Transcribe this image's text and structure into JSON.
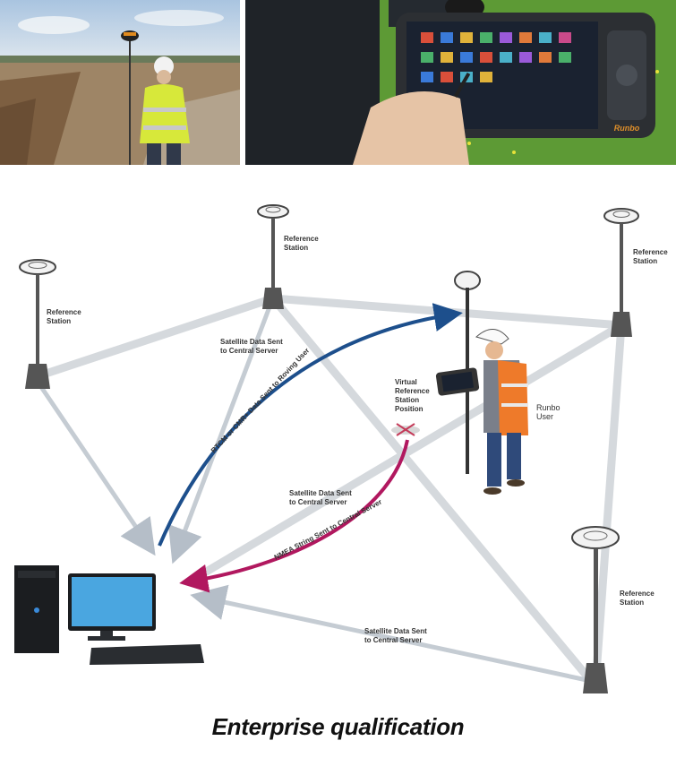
{
  "diagram": {
    "stations": [
      {
        "label": "Reference Station"
      },
      {
        "label": "Reference Station"
      },
      {
        "label": "Reference Station"
      },
      {
        "label": "Reference Station"
      }
    ],
    "flows": {
      "sat_top": "Satellite Data Sent to Central Server",
      "sat_mid": "Satellite Data Sent to Central Server",
      "sat_bottom": "Satellite Data Sent to Central Server",
      "rtcm": "RTCM or CMR+ Data Sent to Roving User",
      "nmea": "NMEA String Sent to Central Server"
    },
    "virtual_station": "Virtual Reference Station Position",
    "user": "Runbo User",
    "tablet_brand": "Runbo",
    "colors": {
      "rtcm_arrow": "#1d4f8c",
      "nmea_arrow": "#b1185f",
      "beam": "#c5ccd3"
    }
  },
  "caption": "Enterprise qualification"
}
